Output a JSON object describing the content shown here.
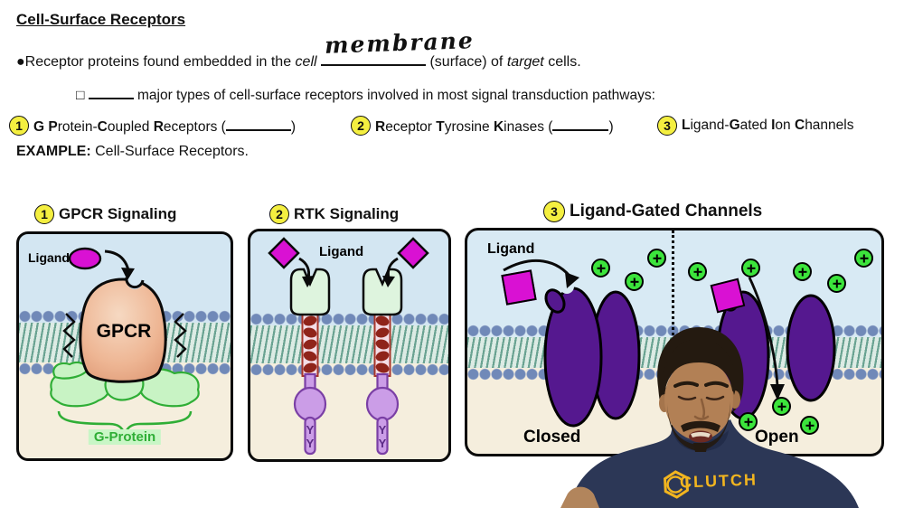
{
  "header": {
    "title": "Cell-Surface Receptors",
    "bullet": {
      "marker": "●",
      "pre": "Receptor proteins found embedded in the ",
      "cell_italic": "cell",
      "handwritten_answer": "membrane",
      "post_blank": " (surface) of ",
      "target_italic": "target",
      "end": " cells."
    },
    "sub_bullet": {
      "marker": "□",
      "text": " major types of cell-surface receptors involved in most signal transduction pathways:"
    },
    "types": [
      {
        "num": "1",
        "parts": [
          "G P",
          "rotein-",
          "C",
          "oupled ",
          "R",
          "eceptors"
        ],
        "paren_open": " (",
        "paren_close": ")"
      },
      {
        "num": "2",
        "parts": [
          "R",
          "eceptor ",
          "T",
          "yrosine ",
          "K",
          "inases"
        ],
        "paren_open": " (",
        "paren_close": ")"
      },
      {
        "num": "3",
        "parts": [
          "L",
          "igand-",
          "G",
          "ated ",
          "I",
          "on ",
          "C",
          "hannels"
        ]
      }
    ],
    "example": {
      "label": "EXAMPLE:",
      "text": " Cell-Surface Receptors."
    }
  },
  "panels": {
    "gpcr": {
      "num": "1",
      "title": "GPCR Signaling",
      "ligand_label": "Ligand",
      "receptor_label": "GPCR",
      "gprotein_label": "G-Protein"
    },
    "rtk": {
      "num": "2",
      "title": "RTK Signaling",
      "ligand_label": "Ligand",
      "y_site": "Y"
    },
    "lgic": {
      "num": "3",
      "title": "Ligand-Gated Channels",
      "ligand_label": "Ligand",
      "closed_label": "Closed",
      "open_label": "Open"
    }
  },
  "webcam": {
    "shirt_text": "CLUTCH"
  },
  "icons": {
    "cation": "green circle with plus sign",
    "ligand_ellipse": "magenta ellipse",
    "ligand_diamond": "magenta diamond",
    "ligand_square": "magenta square",
    "number_badge": "yellow circle with number"
  },
  "colors": {
    "extracellular": "#d3e6f2",
    "intracellular": "#f5eedd",
    "membrane_heads": "#7089b8",
    "membrane_tails": "#6aa392",
    "ligand_magenta": "#d911d3",
    "label_magenta": "#e30ec4",
    "channel_purple": "#55188f",
    "gprotein_green": "#2fae36",
    "receptor_peach": "#eeb694",
    "rtk_top_green": "#def4de",
    "rtk_coil_red": "#8f241a",
    "rtk_tail_purple": "#cb9de7",
    "ion_green": "#3ce43c",
    "badge_yellow": "#f4ef40",
    "shirt_navy": "#2c3756",
    "logo_yellow": "#f2b51f"
  }
}
